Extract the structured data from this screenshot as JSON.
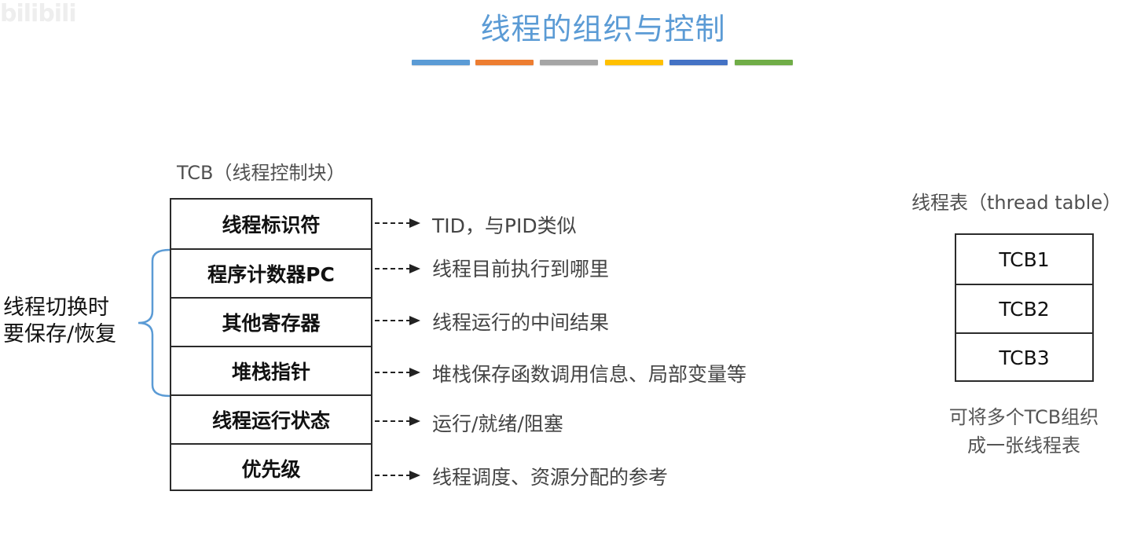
{
  "watermark": "bilibili",
  "title": "线程的组织与控制",
  "color_bars": [
    "#5b9bd5",
    "#ed7d31",
    "#a5a5a5",
    "#ffc000",
    "#4472c4",
    "#70ad47"
  ],
  "tcb": {
    "caption": "TCB（线程控制块）",
    "rows": [
      {
        "field": "线程标识符",
        "desc": "TID，与PID类似"
      },
      {
        "field": "程序计数器PC",
        "desc": "线程目前执行到哪里"
      },
      {
        "field": "其他寄存器",
        "desc": "线程运行的中间结果"
      },
      {
        "field": "堆栈指针",
        "desc": "堆栈保存函数调用信息、局部变量等"
      },
      {
        "field": "线程运行状态",
        "desc": "运行/就绪/阻塞"
      },
      {
        "field": "优先级",
        "desc": "线程调度、资源分配的参考"
      }
    ]
  },
  "switch_note": {
    "line1": "线程切换时",
    "line2": "要保存/恢复"
  },
  "thread_table": {
    "caption": "线程表（thread table）",
    "rows": [
      "TCB1",
      "TCB2",
      "TCB3"
    ],
    "note_line1": "可将多个TCB组织",
    "note_line2": "成一张线程表"
  }
}
